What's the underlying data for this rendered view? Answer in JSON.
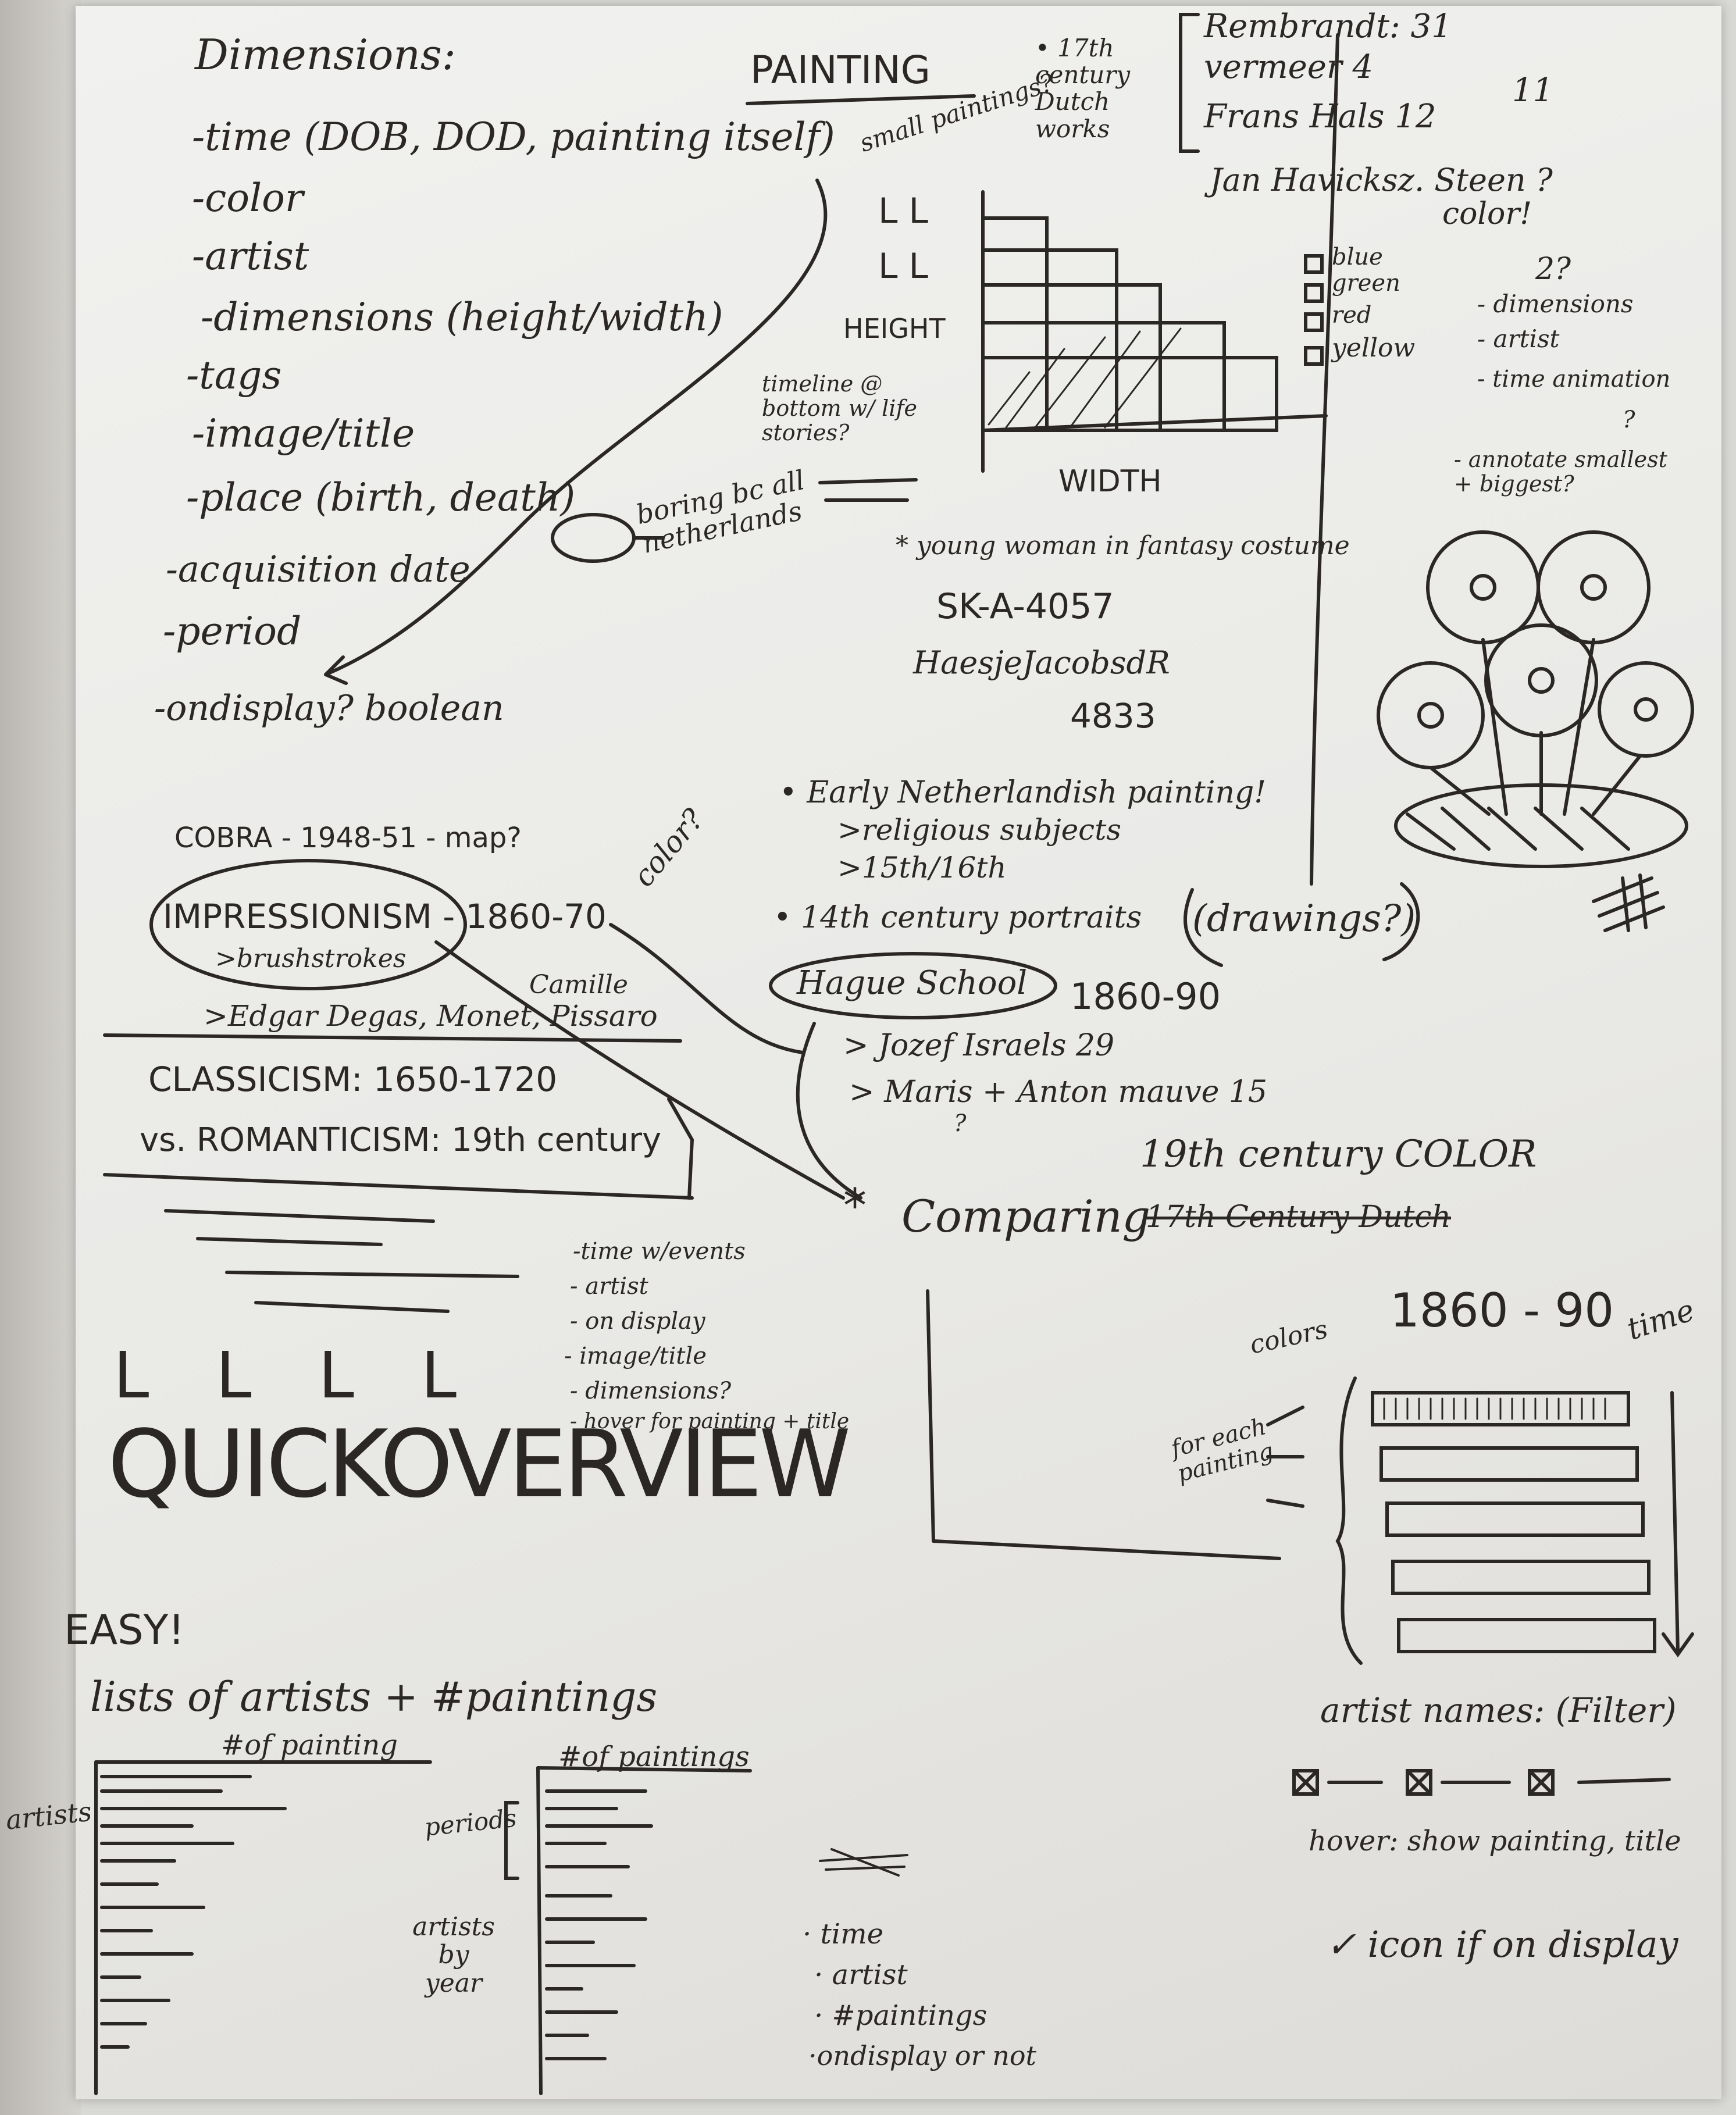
{
  "dimensions": {
    "heading": "Dimensions:",
    "items": [
      "-time (DOB, DOD, painting itself)",
      "-color",
      "-artist",
      "-dimensions (height/width)",
      "-tags",
      "-image/title",
      "-place (birth, death)",
      "-acquisition date",
      "-period",
      "-ondisplay? boolean"
    ]
  },
  "painting": {
    "title": "PAINTING",
    "bullet": "• 17th century Dutch works",
    "artists": [
      "Rembrandt: 31",
      "vermeer 4",
      "Frans Hals 12",
      "11",
      "Jan Havicksz. Steen ?"
    ],
    "small_note": "small paintings?",
    "height_label": "HEIGHT",
    "width_label": "WIDTH",
    "timeline_note": "timeline @ bottom w/ life stories?",
    "boring_note": "boring bc all netherlands",
    "color_title": "color!",
    "color_options": [
      "blue",
      "green",
      "red",
      "yellow"
    ],
    "q_note": "2?",
    "right_list": [
      "- dimensions",
      "- artist",
      "- time animation",
      "?",
      "- annotate smallest + biggest?"
    ],
    "highlight": "* young woman in fantasy costume",
    "id1": "SK-A-4057",
    "name2": "HaesjeJacobsdR",
    "id2": "4833"
  },
  "movements": {
    "cobra": "COBRA - 1948-51 - map?",
    "impressionism": "IMPRESSIONISM - 1860-70",
    "brush": ">brushstrokes",
    "camille": "Camille",
    "painters": ">Edgar Degas, Monet, Pissaro",
    "color_q": "color?",
    "classicism": "CLASSICISM: 1650-1720",
    "romanticism": "vs. ROMANTICISM: 19th century"
  },
  "periods": {
    "early": "• Early Netherlandish painting!",
    "religious": ">religious subjects",
    "century": ">15th/16th",
    "portraits": "• 14th century portraits",
    "drawings": "(drawings?)",
    "hague": "Hague School",
    "hague_years": "1860-90",
    "jozef": "> Jozef Israels 29",
    "maris": "> Maris + Anton mauve 15",
    "maris_q": "?"
  },
  "quick": {
    "list": [
      "-time w/events",
      "- artist",
      "- on display",
      "- image/title",
      "- dimensions?",
      "- hover for painting + title"
    ],
    "letters": "L L L L",
    "title": "QUICKOVERVIEW"
  },
  "comparing": {
    "star": "*",
    "label": "Comparing",
    "struck": "17th Century Dutch",
    "over": "19th century COLOR",
    "years": "1860 - 90",
    "colors": "colors",
    "time": "time",
    "each": "for each painting"
  },
  "easy": {
    "title": "EASY!",
    "subtitle": "lists of artists + #paintings",
    "paintings1": "#of painting",
    "paintings2": "#of paintings",
    "artists": "artists",
    "periods": "periods",
    "artists_by": "artists by year",
    "bullets": [
      "· time",
      "· artist",
      "· #paintings",
      "·ondisplay or not"
    ]
  },
  "filter": {
    "title": "artist names: (Filter)",
    "hover": "hover: show painting, title",
    "display": "✓ icon if on display"
  }
}
